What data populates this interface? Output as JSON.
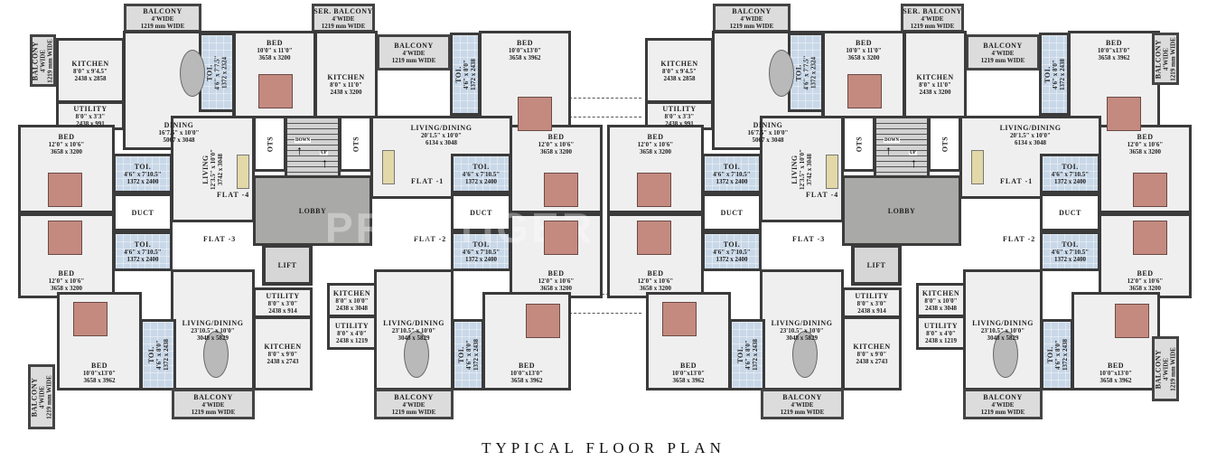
{
  "title": "TYPICAL FLOOR PLAN",
  "watermark": "PROPTIGER",
  "colors": {
    "wall": "#3b3b3b",
    "room": "#efefef",
    "toilet": "#c9d8e8",
    "bed": "#c48a80",
    "lobby": "#a9a9a7"
  },
  "flats": {
    "f4": "FLAT -4",
    "f1": "FLAT -1",
    "f3": "FLAT -3",
    "f2": "FLAT -2"
  },
  "stairs": {
    "down": "DOWN",
    "up": "UP"
  },
  "rooms": {
    "balc_top": {
      "lines": [
        "BALCONY",
        "4'WIDE",
        "1219 mm WIDE"
      ]
    },
    "serbalc": {
      "lines": [
        "SER. BALCONY",
        "4'WIDE",
        "1219 mm WIDE"
      ]
    },
    "balc2": {
      "lines": [
        "BALCONY",
        "4'WIDE",
        "1219 mm WIDE"
      ]
    },
    "balc_left": {
      "lines": [
        "BALCONY",
        "4'WIDE",
        "1219 mm WIDE"
      ]
    },
    "kitchen": {
      "lines": [
        "KITCHEN",
        "8'0\" x 9'4.5\"",
        "2438 x 2858"
      ]
    },
    "utility": {
      "lines": [
        "UTILITY",
        "8'0\" x 3'3\"",
        "2438 x 991"
      ]
    },
    "dining": {
      "lines": [
        "DINING",
        "16'7.5\" x 10'0\"",
        "5067 x 3048"
      ]
    },
    "toi_top": {
      "lines": [
        "TOI.",
        "4'6\" x 7'7.5\"",
        "1372 x 2324"
      ]
    },
    "bed_top": {
      "lines": [
        "BED",
        "10'0\" x 11'0\"",
        "3658 x 3200"
      ]
    },
    "kitchen2": {
      "lines": [
        "KITCHEN",
        "8'0\" x 11'0\"",
        "2438 x 3200"
      ]
    },
    "toi2": {
      "lines": [
        "TOI.",
        "4'6\" x 8'0\"",
        "1372 x 2438"
      ]
    },
    "bed2": {
      "lines": [
        "BED",
        "10'0\"x13'0\"",
        "3658 x 3962"
      ]
    },
    "bed_l1": {
      "lines": [
        "BED",
        "12'0\" x 10'6\"",
        "3658 x 3200"
      ]
    },
    "toi_l1": {
      "lines": [
        "TOI.",
        "4'6\" x 7'10.5\"",
        "1372 x 2400"
      ]
    },
    "living": {
      "lines": [
        "LIVING",
        "12'3.5\" x 10'0\"",
        "3742 x 3048"
      ]
    },
    "ots1": {
      "lines": [
        "OTS"
      ]
    },
    "ots2": {
      "lines": [
        "OTS"
      ]
    },
    "lobby": {
      "lines": [
        "LOBBY"
      ]
    },
    "livdin1": {
      "lines": [
        "LIVING/DINING",
        "20'1.5\" x 10'0\"",
        "6134 x 3048"
      ]
    },
    "toi_r1": {
      "lines": [
        "TOI.",
        "4'6\" x 7'10.5\"",
        "1372 x 2400"
      ]
    },
    "bed_r1": {
      "lines": [
        "BED",
        "12'0\" x 10'6\"",
        "3658 x 3200"
      ]
    },
    "duct_l": {
      "lines": [
        "DUCT"
      ]
    },
    "duct_r": {
      "lines": [
        "DUCT"
      ]
    },
    "bed_l2": {
      "lines": [
        "BED",
        "12'0\" x 10'6\"",
        "3658 x 3200"
      ]
    },
    "toi_l2": {
      "lines": [
        "TOI.",
        "4'6\" x 7'10.5\"",
        "1372 x 2400"
      ]
    },
    "toi_r2": {
      "lines": [
        "TOI.",
        "4'6\" x 7'10.5\"",
        "1372 x 2400"
      ]
    },
    "bed_r2": {
      "lines": [
        "BED",
        "12'0\" x 10'6\"",
        "3658 x 3200"
      ]
    },
    "lift": {
      "lines": [
        "LIFT"
      ]
    },
    "livdin_l": {
      "lines": [
        "LIVING/DINING",
        "23'10.5\" x 10'0\"",
        "3048 x 5829"
      ]
    },
    "utility_l": {
      "lines": [
        "UTILITY",
        "8'0\" x 3'0\"",
        "2438 x 914"
      ]
    },
    "kitchen_l": {
      "lines": [
        "KITCHEN",
        "8'0\" x 9'0\"",
        "2438 x 2743"
      ]
    },
    "kitchen_m": {
      "lines": [
        "KITCHEN",
        "8'0\" x 10'0\"",
        "2438 x 3048"
      ]
    },
    "utility_m": {
      "lines": [
        "UTILITY",
        "8'0\" x 4'0\"",
        "2438 x 1219"
      ]
    },
    "livdin_r": {
      "lines": [
        "LIVING/DINING",
        "23'10.5\" x 10'0\"",
        "3048 x 5829"
      ]
    },
    "bed_l3": {
      "lines": [
        "BED",
        "10'0\"x13'0\"",
        "3658 x 3962"
      ]
    },
    "toi_l3": {
      "lines": [
        "TOI.",
        "4'6\" x 8'0\"",
        "1372 x 2438"
      ]
    },
    "balc_l3": {
      "lines": [
        "BALCONY",
        "4'WIDE",
        "1219 mm WIDE"
      ]
    },
    "balc_b1": {
      "lines": [
        "BALCONY",
        "4'WIDE",
        "1219 mm WIDE"
      ]
    },
    "balc_b2": {
      "lines": [
        "BALCONY",
        "4'WIDE",
        "1219 mm WIDE"
      ]
    },
    "toi_r3": {
      "lines": [
        "TOI.",
        "4'6\" x 8'0\"",
        "1372 x 2438"
      ]
    },
    "bed_r3": {
      "lines": [
        "BED",
        "10'0\"x13'0\"",
        "3658 x 3962"
      ]
    },
    "balc_rt": {
      "lines": [
        "BALCONY",
        "4'WIDE",
        "1219 mm WIDE"
      ]
    },
    "balc_rb": {
      "lines": [
        "BALCONY",
        "4'WIDE",
        "1219 mm WIDE"
      ]
    }
  }
}
